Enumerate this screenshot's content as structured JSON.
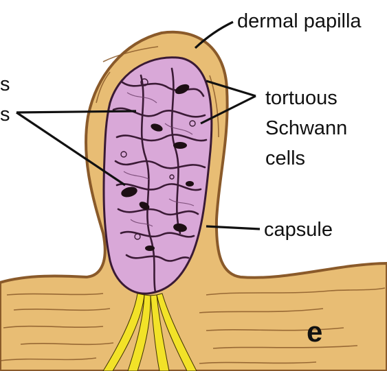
{
  "figure": {
    "panel_letter": "e",
    "labels": {
      "dermal_papilla": "dermal papilla",
      "tortuous_schwann_cells": [
        "tortuous",
        "Schwann",
        "cells"
      ],
      "capsule": "capsule",
      "left_partial": [
        "s",
        "s"
      ]
    }
  },
  "colors": {
    "dermis": "#e8bd74",
    "dermis_line": "#8a5a2a",
    "corpuscle_fill": "#d9a8d8",
    "corpuscle_line": "#3a1a35",
    "nucleus": "#1d0f14",
    "nerve_fibers": "#f2e228",
    "background": "#ffffff"
  }
}
